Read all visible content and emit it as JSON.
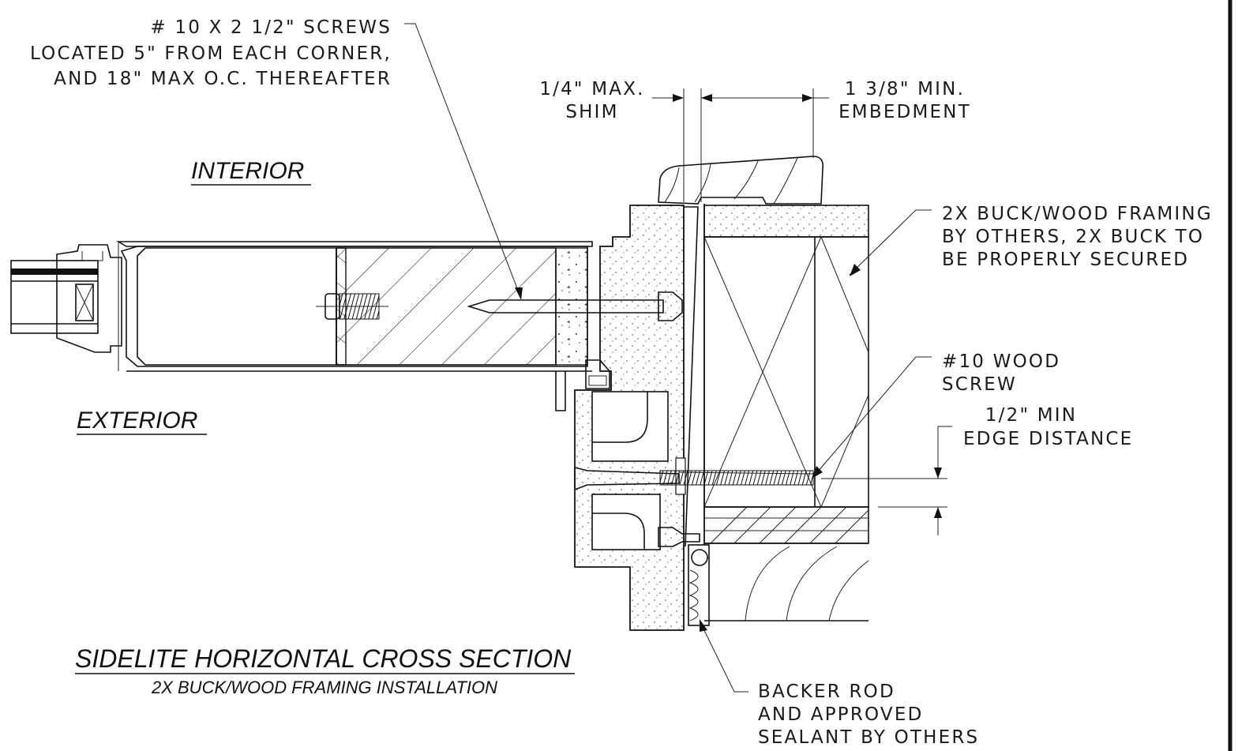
{
  "notes": {
    "screws": [
      "# 10 X 2 1/2\" SCREWS",
      "LOCATED 5\" FROM EACH CORNER,",
      "AND 18\" MAX O.C. THEREAFTER"
    ],
    "shim": [
      "1/4\" MAX.",
      "SHIM"
    ],
    "embedment": [
      "1 3/8\" MIN.",
      "EMBEDMENT"
    ],
    "buck": [
      "2X BUCK/WOOD FRAMING",
      "BY OTHERS, 2X BUCK TO",
      "BE PROPERLY SECURED"
    ],
    "wood_screw": [
      "#10 WOOD",
      "SCREW"
    ],
    "edge": [
      "1/2\" MIN",
      "EDGE DISTANCE"
    ],
    "backer": [
      "BACKER ROD",
      "AND APPROVED",
      "SEALANT BY OTHERS"
    ]
  },
  "labels": {
    "interior": "INTERIOR",
    "exterior": "EXTERIOR"
  },
  "title": {
    "main": "SIDELITE HORIZONTAL CROSS SECTION",
    "sub": "2X BUCK/WOOD FRAMING INSTALLATION"
  }
}
